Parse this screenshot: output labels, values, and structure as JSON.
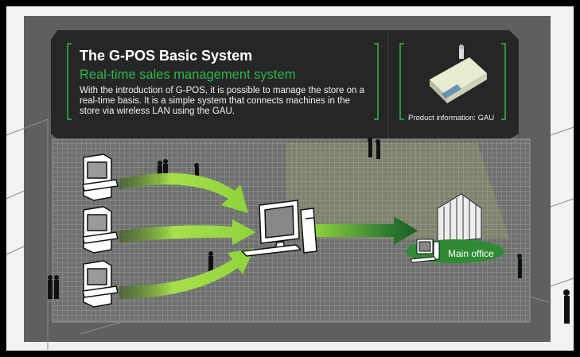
{
  "header": {
    "title": "The G-POS Basic System",
    "subtitle": "Real-time sales management system",
    "description": "With the introduction of G-POS, it is possible to manage the store on a real-time basis. It is a simple system that connects machines in the store via wireless LAN using the GAU."
  },
  "product": {
    "caption": "Product information: GAU"
  },
  "diagram": {
    "office_label": "Main office",
    "colors": {
      "accent_green": "#2fb84a",
      "arrow_green": "#8fd23c",
      "panel_dark": "#262626"
    }
  }
}
